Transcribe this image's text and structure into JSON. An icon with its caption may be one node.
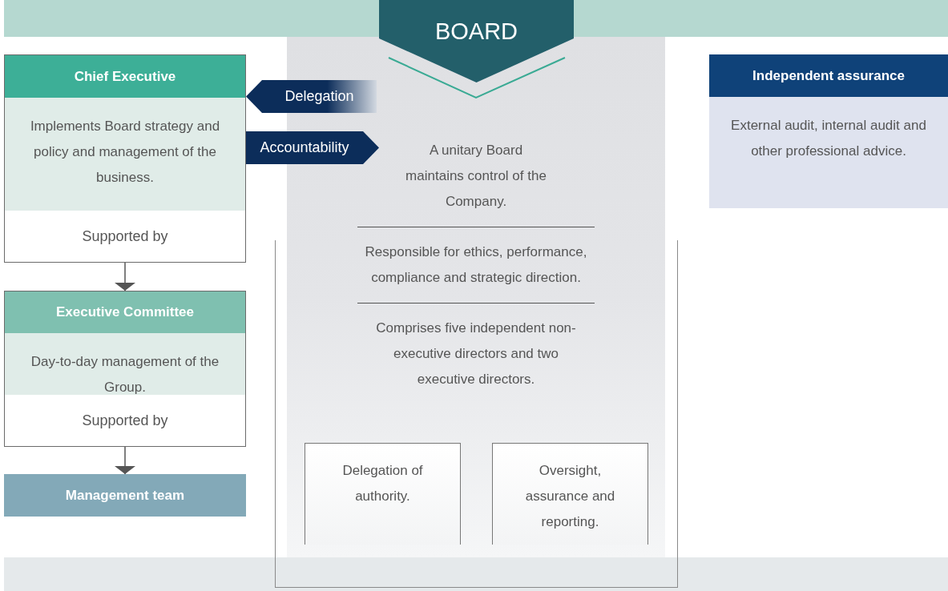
{
  "diagram": {
    "nodes": [
      {
        "text": [
          "BOARD"
        ]
      },
      {
        "text": [
          "A unitary Board maintains control of the Company.",
          "Responsible for ethics, performance, compliance and strategic direction.",
          "Comprises five independent non-executive directors and two executive directors."
        ]
      },
      {
        "text": [
          "Delegation of authority."
        ],
        "in": 1
      },
      {
        "text": [
          "Oversight, assurance and reporting."
        ],
        "in": 1
      },
      {
        "text": [
          "Chief Executive",
          "Implements Board strategy and policy and management of the business.",
          "Supported by"
        ]
      },
      {
        "text": [
          "Executive Committee",
          "Day-to-day management of the Group.",
          "Supported by"
        ]
      },
      {
        "text": [
          "Management team"
        ]
      },
      {
        "text": [
          "Independent assurance",
          "External audit, internal audit and other professional advice."
        ]
      },
      {
        "text": [],
        "shape": "bar"
      },
      {
        "text": [],
        "shape": "bar"
      },
      {
        "text": [],
        "shape": "bar"
      }
    ],
    "edges": [
      {
        "from": 1,
        "to": 4,
        "arrow": "to",
        "label": "Delegation",
        "style": "thick"
      },
      {
        "from": 4,
        "to": 1,
        "arrow": "to",
        "label": "Accountability",
        "style": "thick"
      },
      {
        "from": 4,
        "to": 5,
        "arrow": "to"
      },
      {
        "from": 5,
        "to": 6,
        "arrow": "to"
      }
    ]
  }
}
